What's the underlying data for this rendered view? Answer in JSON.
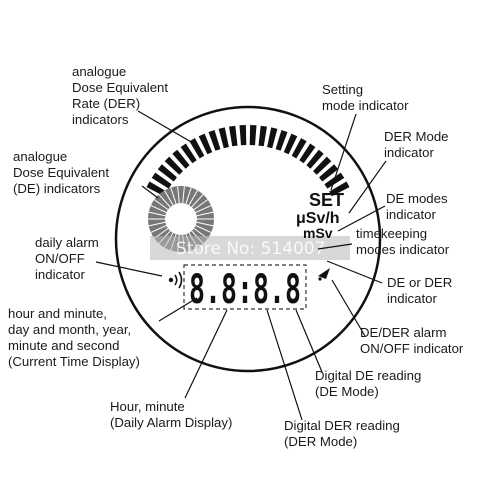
{
  "labels": {
    "analogue_der": [
      "analogue",
      "Dose Equivalent",
      "Rate (DER)",
      "indicators"
    ],
    "setting_mode": [
      "Setting",
      "mode indicator"
    ],
    "der_mode": [
      "DER Mode",
      "indicator"
    ],
    "analogue_de": [
      "analogue",
      "Dose Equivalent",
      "(DE) indicators"
    ],
    "de_modes": [
      "DE modes",
      "indicator"
    ],
    "timekeeping": [
      "timekeeping",
      "modes indicator"
    ],
    "daily_alarm": [
      "daily alarm",
      "ON/OFF",
      "indicator"
    ],
    "de_or_der": [
      "DE or DER",
      "indicator"
    ],
    "current_time": [
      "hour and minute,",
      "day and month, year,",
      "minute and second",
      "(Current Time Display)"
    ],
    "de_der_alarm": [
      "DE/DER alarm",
      "ON/OFF indicator"
    ],
    "digital_de": [
      "Digital DE reading",
      "(DE Mode)"
    ],
    "daily_alarm_display": [
      "Hour, minute",
      "(Daily Alarm Display)"
    ],
    "digital_der": [
      "Digital DER reading",
      "(DER Mode)"
    ]
  },
  "display": {
    "set": "SET",
    "usv_h": "μSv/h",
    "msv": "mSv",
    "digits": "8.8:8.8"
  },
  "watermark": "Store No: 514007",
  "colors": {
    "ink": "#111111",
    "watermark_band": "#b8b8b8",
    "disc": "#777777"
  }
}
